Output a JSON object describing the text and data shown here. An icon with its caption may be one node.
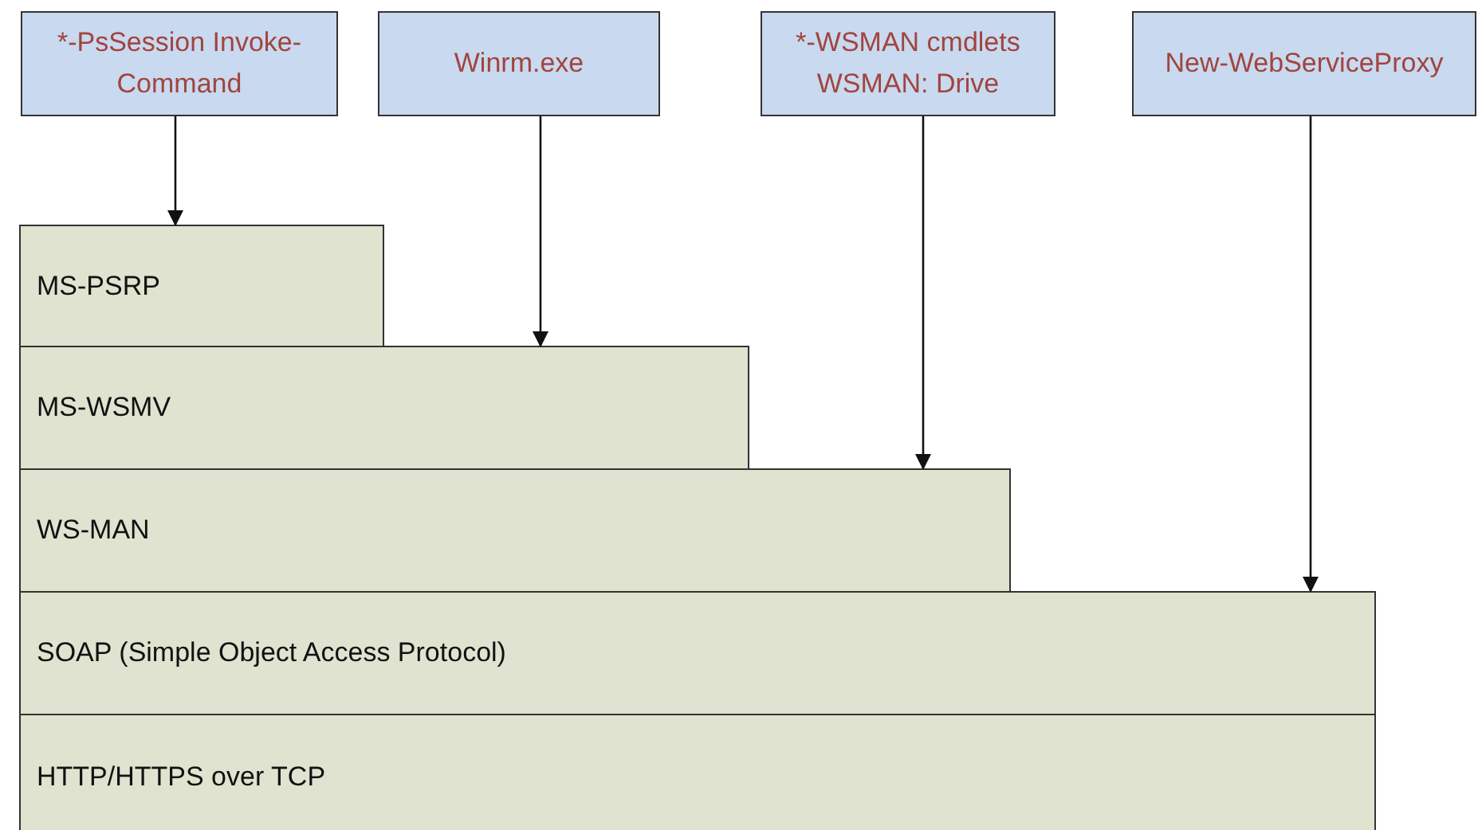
{
  "diagram": {
    "nodes": [
      {
        "text": [
          "*-PsSession Invoke-Command"
        ]
      },
      {
        "text": [
          "Winrm.exe"
        ]
      },
      {
        "text": [
          "*-WSMAN cmdlets WSMAN: Drive"
        ]
      },
      {
        "text": [
          "New-WebServiceProxy"
        ]
      },
      {
        "text": [
          "MS-PSRP"
        ]
      },
      {
        "text": [
          "MS-WSMV"
        ]
      },
      {
        "text": [
          "WS-MAN"
        ]
      },
      {
        "text": [
          "SOAP (Simple Object Access Protocol)"
        ]
      },
      {
        "text": [
          "HTTP/HTTPS over TCP"
        ]
      }
    ],
    "edges": [
      {
        "from": 0,
        "to": 4,
        "arrow": "to"
      },
      {
        "from": 1,
        "to": 5,
        "arrow": "to"
      },
      {
        "from": 2,
        "to": 6,
        "arrow": "to"
      },
      {
        "from": 3,
        "to": 7,
        "arrow": "to"
      }
    ]
  }
}
